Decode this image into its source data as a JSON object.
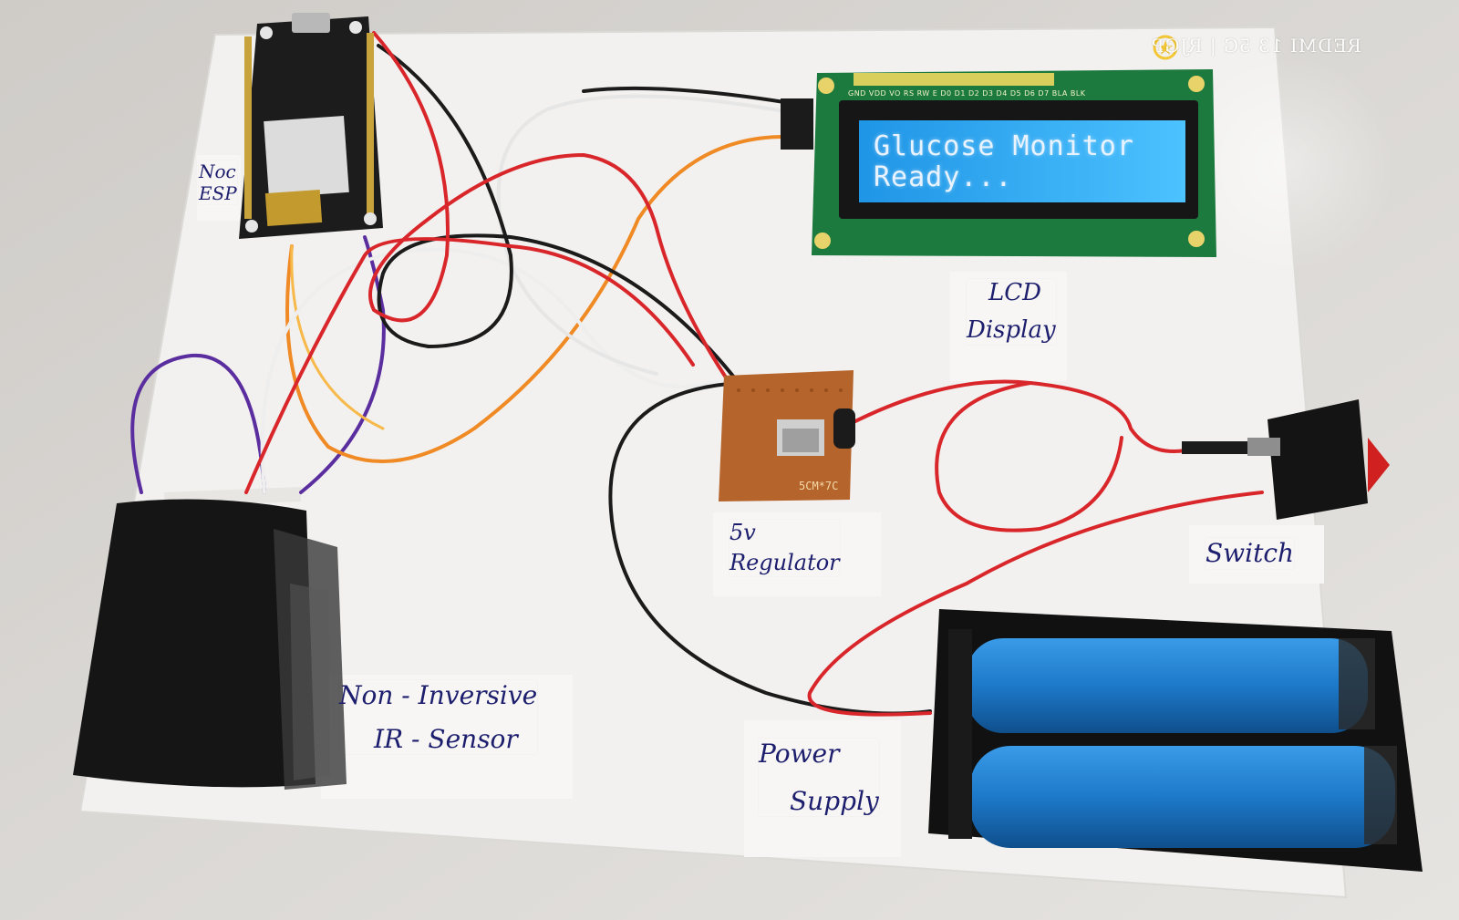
{
  "photo": {
    "watermark": "REDMI 13 5G | RJGP",
    "colors": {
      "board": "#f2f1ef",
      "lcd_screen": "#2aa7f0",
      "lcd_pcb": "#1d7a3e",
      "battery": "#1d79c9",
      "pcb": "#b5652c",
      "wire_red": "#d9262a",
      "wire_black": "#1b1b1b",
      "wire_white": "#eeeeee",
      "wire_orange": "#f08a25",
      "wire_purple": "#5b2ea0"
    }
  },
  "lcd": {
    "line1": "Glucose Monitor",
    "line2": "Ready...",
    "pin_labels": "GND VDD VO RS RW E D0 D1 D2 D3 D4 D5 D6 D7 BLA BLK"
  },
  "pcb": {
    "print": "5CM*7C"
  },
  "labels": {
    "nodemcu_line1": "Noc",
    "nodemcu_line2": "ESP",
    "lcd_line1": "LCD",
    "lcd_line2": "Display",
    "regulator_line1": "5v",
    "regulator_line2": "Regulator",
    "switch": "Switch",
    "sensor_line1": "Non - Inversive",
    "sensor_line2": "IR - Sensor",
    "power_line1": "Power",
    "power_line2": "Supply"
  }
}
